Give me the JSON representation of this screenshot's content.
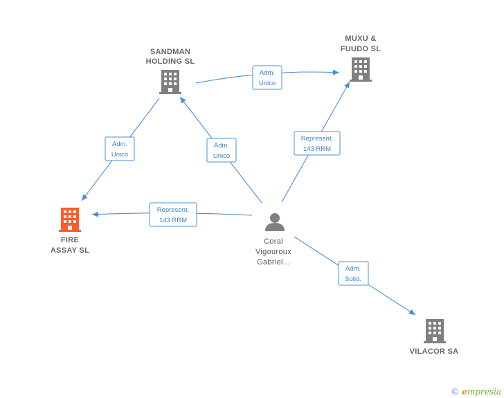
{
  "colors": {
    "edge": "#4a8fd8",
    "building_gray": "#808080",
    "building_focus": "#ff5a2a",
    "person": "#808080"
  },
  "nodes": {
    "sandman": {
      "lines": [
        "SANDMAN",
        "HOLDING  SL"
      ],
      "icon": "building-icon"
    },
    "muxu": {
      "lines": [
        "MUXU  &",
        "FUUDO  SL"
      ],
      "icon": "building-icon"
    },
    "fire": {
      "lines": [
        "FIRE",
        "ASSAY  SL"
      ],
      "icon": "building-icon-highlighted"
    },
    "coral": {
      "lines": [
        "Coral",
        "Vigouroux",
        "Gabriel..."
      ],
      "icon": "person-icon"
    },
    "vilacor": {
      "lines": [
        "VILACOR SA"
      ],
      "icon": "building-icon"
    }
  },
  "edges": {
    "sandman_muxu": [
      "Adm.",
      "Unico"
    ],
    "sandman_fire": [
      "Adm.",
      "Unico"
    ],
    "coral_sandman": [
      "Adm.",
      "Unico"
    ],
    "coral_muxu": [
      "Represent.",
      "143 RRM"
    ],
    "coral_fire": [
      "Represent.",
      "143 RRM"
    ],
    "coral_vilacor": [
      "Adm.",
      "Solid."
    ]
  },
  "footer": {
    "copyright": "©",
    "brand_initial": "e",
    "brand_rest": "mpresia"
  }
}
